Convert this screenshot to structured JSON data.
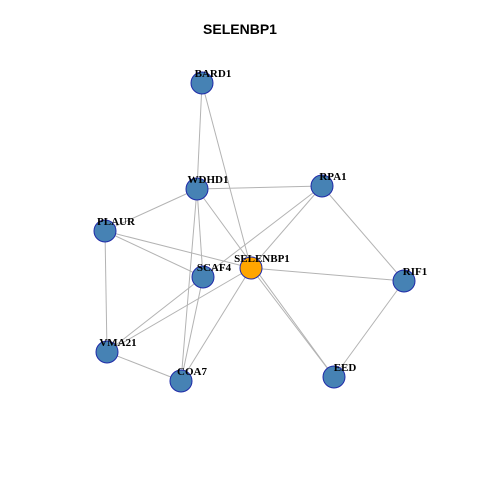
{
  "title": "SELENBP1",
  "colors": {
    "node_fill": "#4682b4",
    "center_fill": "#ffa500",
    "node_stroke": "#1f2aa8",
    "edge": "#b3b3b3"
  },
  "network": {
    "nodes": [
      {
        "id": "BARD1",
        "label": "BARD1",
        "center": false
      },
      {
        "id": "WDHD1",
        "label": "WDHD1",
        "center": false
      },
      {
        "id": "RPA1",
        "label": "RPA1",
        "center": false
      },
      {
        "id": "PLAUR",
        "label": "PLAUR",
        "center": false
      },
      {
        "id": "SELENBP1",
        "label": "SELENBP1",
        "center": true
      },
      {
        "id": "SCAF4",
        "label": "SCAF4",
        "center": false
      },
      {
        "id": "RIF1",
        "label": "RIF1",
        "center": false
      },
      {
        "id": "VMA21",
        "label": "VMA21",
        "center": false
      },
      {
        "id": "COA7",
        "label": "COA7",
        "center": false
      },
      {
        "id": "EED",
        "label": "EED",
        "center": false
      }
    ],
    "edges": [
      [
        "BARD1",
        "WDHD1"
      ],
      [
        "BARD1",
        "SELENBP1"
      ],
      [
        "WDHD1",
        "RPA1"
      ],
      [
        "WDHD1",
        "PLAUR"
      ],
      [
        "WDHD1",
        "SCAF4"
      ],
      [
        "WDHD1",
        "COA7"
      ],
      [
        "WDHD1",
        "EED"
      ],
      [
        "RPA1",
        "SCAF4"
      ],
      [
        "RPA1",
        "SELENBP1"
      ],
      [
        "RPA1",
        "RIF1"
      ],
      [
        "PLAUR",
        "SELENBP1"
      ],
      [
        "PLAUR",
        "SCAF4"
      ],
      [
        "PLAUR",
        "VMA21"
      ],
      [
        "SELENBP1",
        "RIF1"
      ],
      [
        "SELENBP1",
        "EED"
      ],
      [
        "SELENBP1",
        "VMA21"
      ],
      [
        "SELENBP1",
        "COA7"
      ],
      [
        "SCAF4",
        "VMA21"
      ],
      [
        "SCAF4",
        "COA7"
      ],
      [
        "RIF1",
        "EED"
      ],
      [
        "VMA21",
        "COA7"
      ]
    ]
  }
}
